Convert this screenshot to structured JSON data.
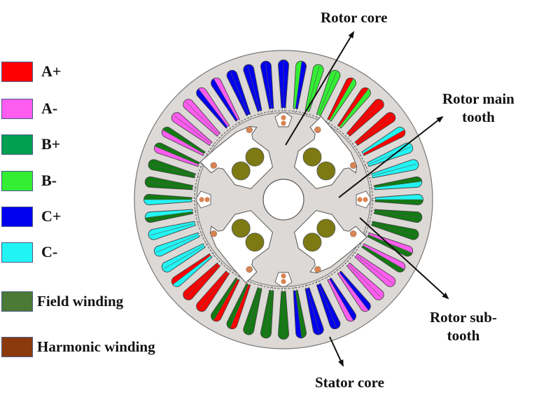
{
  "legend": [
    {
      "key": "A+",
      "label": "A+",
      "color": "#ff0000"
    },
    {
      "key": "A-",
      "label": "A-",
      "color": "#ff5cf0"
    },
    {
      "key": "B+",
      "label": "B+",
      "color": "#00a050"
    },
    {
      "key": "B-",
      "label": "B-",
      "color": "#33ee33"
    },
    {
      "key": "C+",
      "label": "C+",
      "color": "#0000ee"
    },
    {
      "key": "C-",
      "label": "C-",
      "color": "#22f4f4"
    },
    {
      "key": "F",
      "label": "Field winding",
      "color": "#4a7a35"
    },
    {
      "key": "H",
      "label": "Harmonic winding",
      "color": "#8b3a0e"
    }
  ],
  "callouts": {
    "rotor_core": "Rotor core",
    "rotor_main_tooth_1": "Rotor main",
    "rotor_main_tooth_2": "tooth",
    "rotor_sub_tooth_1": "Rotor sub-",
    "rotor_sub_tooth_2": "tooth",
    "stator_core": "Stator core"
  },
  "colors": {
    "core": "#dcd9d6",
    "outline": "#666666",
    "field_coil_rotor": "#7d7a14",
    "harmonic_coil": "#d98452",
    "stator_field": "#137a13",
    "arrow": "#111111"
  },
  "stator": {
    "slot_count": 48,
    "slots": [
      [
        "C+",
        "C+"
      ],
      [
        "B-",
        "C+"
      ],
      [
        "B-",
        "B-"
      ],
      [
        "B-",
        "B-"
      ],
      [
        "A+",
        "B-"
      ],
      [
        "A+",
        "B-"
      ],
      [
        "A+",
        "A+"
      ],
      [
        "A+",
        "A+"
      ],
      [
        "C-",
        "A+"
      ],
      [
        "C-",
        "C-"
      ],
      [
        "C-",
        "C-"
      ],
      [
        "F",
        "C-"
      ],
      [
        "C-",
        "F"
      ],
      [
        "F",
        "F"
      ],
      [
        "F",
        "F"
      ],
      [
        "A-",
        "F"
      ],
      [
        "A-",
        "F"
      ],
      [
        "A-",
        "A-"
      ],
      [
        "A-",
        "A-"
      ],
      [
        "C+",
        "A-"
      ],
      [
        "C+",
        "A-"
      ],
      [
        "C+",
        "C+"
      ],
      [
        "C+",
        "C+"
      ],
      [
        "F",
        "C+"
      ],
      [
        "F",
        "F"
      ],
      [
        "F",
        "F"
      ],
      [
        "F",
        "F"
      ],
      [
        "A+",
        "F"
      ],
      [
        "A+",
        "F"
      ],
      [
        "A+",
        "A+"
      ],
      [
        "A+",
        "A+"
      ],
      [
        "C-",
        "A+"
      ],
      [
        "C-",
        "C-"
      ],
      [
        "C-",
        "C-"
      ],
      [
        "C-",
        "C-"
      ],
      [
        "F",
        "C-"
      ],
      [
        "C-",
        "F"
      ],
      [
        "F",
        "F"
      ],
      [
        "F",
        "F"
      ],
      [
        "A-",
        "F"
      ],
      [
        "A-",
        "F"
      ],
      [
        "A-",
        "A-"
      ],
      [
        "A-",
        "A-"
      ],
      [
        "C+",
        "A-"
      ],
      [
        "C+",
        "A-"
      ],
      [
        "C+",
        "C+"
      ],
      [
        "C+",
        "C+"
      ],
      [
        "C+",
        "C+"
      ]
    ]
  }
}
